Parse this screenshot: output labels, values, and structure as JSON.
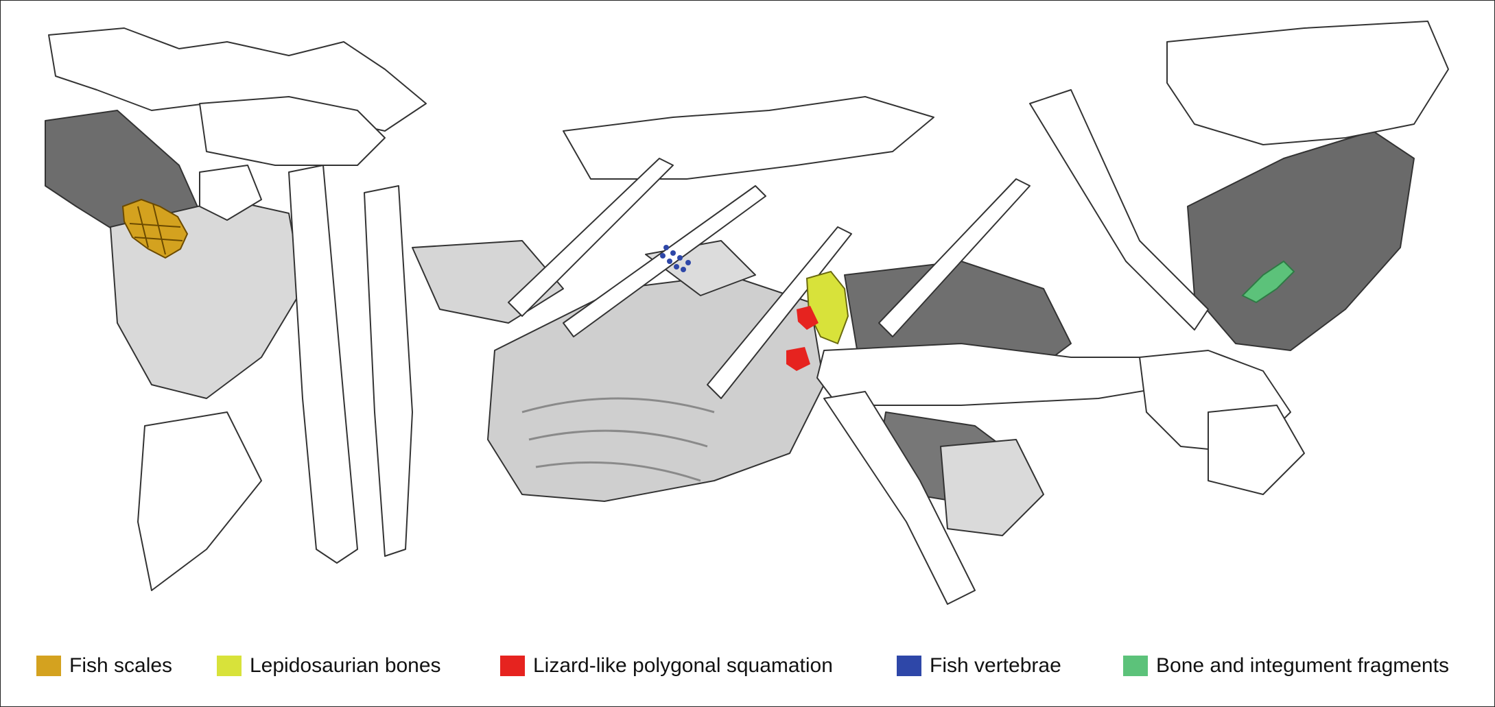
{
  "legend": [
    {
      "label": "Fish scales",
      "color": "#d4a21f"
    },
    {
      "label": "Lepidosaurian bones",
      "color": "#d8e23a"
    },
    {
      "label": "Lizard-like polygonal squamation",
      "color": "#e6231f"
    },
    {
      "label": "Fish vertebrae",
      "color": "#2e47a8"
    },
    {
      "label": "Bone and integument fragments",
      "color": "#5cc27a"
    }
  ]
}
